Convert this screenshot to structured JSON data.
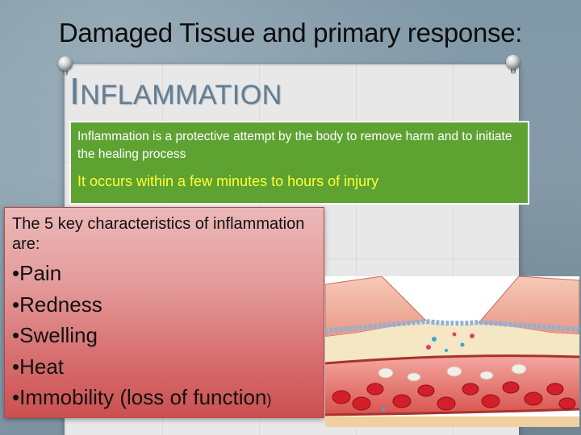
{
  "slide": {
    "title": "Damaged Tissue and primary response:",
    "heading_initial": "I",
    "heading_rest": "NFLAMMATION",
    "definition_box": {
      "definition": "Inflammation is a protective attempt by the body to remove harm and to initiate the healing process",
      "timing": "It occurs within a few minutes to hours of injury"
    },
    "characteristics_box": {
      "intro": "The 5 key characteristics of inflammation are:",
      "items": [
        "Pain",
        "Redness",
        "Swelling",
        "Heat",
        "Immobility (loss of function"
      ],
      "bullet": "•",
      "closing": ")"
    }
  },
  "colors": {
    "background": "#8aa0ae",
    "panel": "#e8e8e8",
    "heading": "#5f7f97",
    "green_box": "#5ea332",
    "timing_text": "#ffff33",
    "pink_box": "#e49c9c"
  },
  "icons": {
    "pins": "pushpin-icon",
    "illustration": "inflamed-blood-vessel-illustration"
  }
}
